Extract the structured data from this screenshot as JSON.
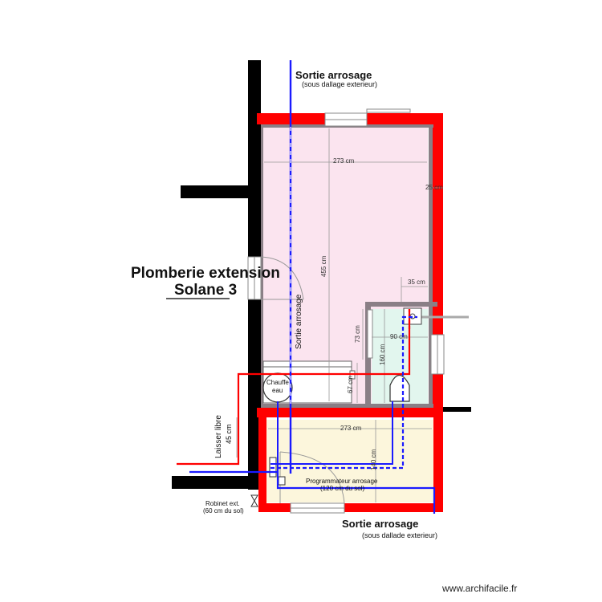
{
  "title": {
    "line1": "Plomberie extension",
    "line2": "Solane 3"
  },
  "labels": {
    "sortie_top_title": "Sortie arrosage",
    "sortie_top_sub": "(sous dallage exterieur)",
    "sortie_bottom_title": "Sortie arrosage",
    "sortie_bottom_sub": "(sous dallade exterieur)",
    "sortie_vertical": "Sortie arrosage",
    "chauffe_eau_line1": "Chauffe",
    "chauffe_eau_line2": "eau",
    "programmateur_line1": "Programmateur arrosage",
    "programmateur_line2": "(120 cm du sol)",
    "robinet_line1": "Robinet ext.",
    "robinet_line2": "(60 cm du sol)",
    "laisser_libre_line1": "Laisser libre",
    "laisser_libre_line2": "45 cm",
    "watermark": "www.archifacile.fr"
  },
  "dimensions": {
    "room_width_top": "273 cm",
    "room_width_bottom": "273 cm",
    "room_height": "455 cm",
    "wall": "25 cm",
    "d35": "35 cm",
    "d90": "90 cm",
    "d73": "73 cm",
    "d160": "160 cm",
    "d67": "67 cm",
    "d140": "140 cm"
  },
  "colors": {
    "wall_red": "#ff0000",
    "wall_black": "#000000",
    "pipe_blue": "#1a1aff",
    "pipe_red": "#ff0000",
    "room_pink": "#fbe4ef",
    "room_cream": "#fcf6dc",
    "room_mint": "#e2f6ee",
    "inner_wall_gray": "#8a7f86"
  }
}
